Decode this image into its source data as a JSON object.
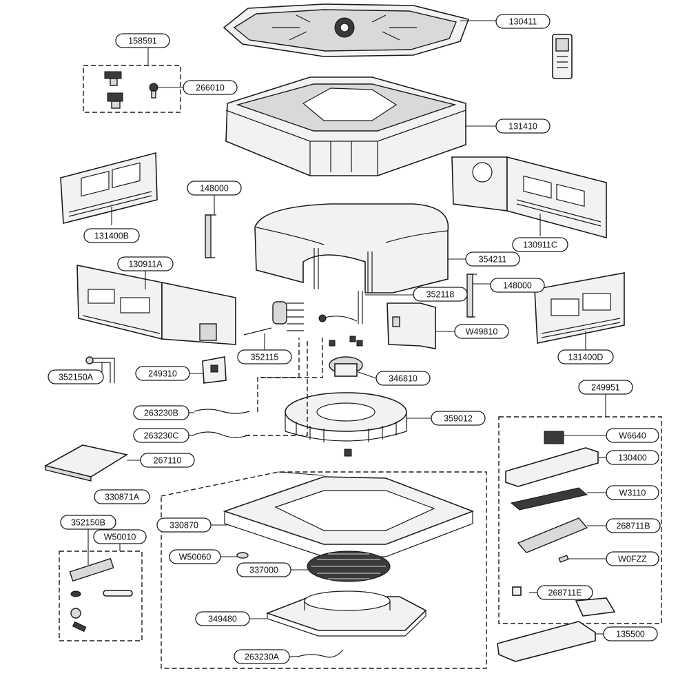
{
  "diagram": {
    "labels": {
      "l130411": "130411",
      "l158591": "158591",
      "l266010": "266010",
      "l131410": "131410",
      "l148000a": "148000",
      "l131400B": "131400B",
      "l130911C": "130911C",
      "l354211": "354211",
      "l130911A": "130911A",
      "l148000b": "148000",
      "l352118": "352118",
      "l131400D": "131400D",
      "l352115": "352115",
      "lW49810": "W49810",
      "l352150A": "352150A",
      "l249310": "249310",
      "l346810": "346810",
      "l249951": "249951",
      "l263230B": "263230B",
      "l359012": "359012",
      "l263230C": "263230C",
      "lW6640": "W6640",
      "l267110": "267110",
      "l130400": "130400",
      "l330871A": "330871A",
      "lW3110": "W3110",
      "l352150B": "352150B",
      "l330870": "330870",
      "lW50010": "W50010",
      "l268711B": "268711B",
      "lW50060": "W50060",
      "lW0FZZ": "W0FZZ",
      "l337000": "337000",
      "l268711E": "268711E",
      "l349480": "349480",
      "l135500": "135500",
      "l263230A": "263230A"
    }
  }
}
